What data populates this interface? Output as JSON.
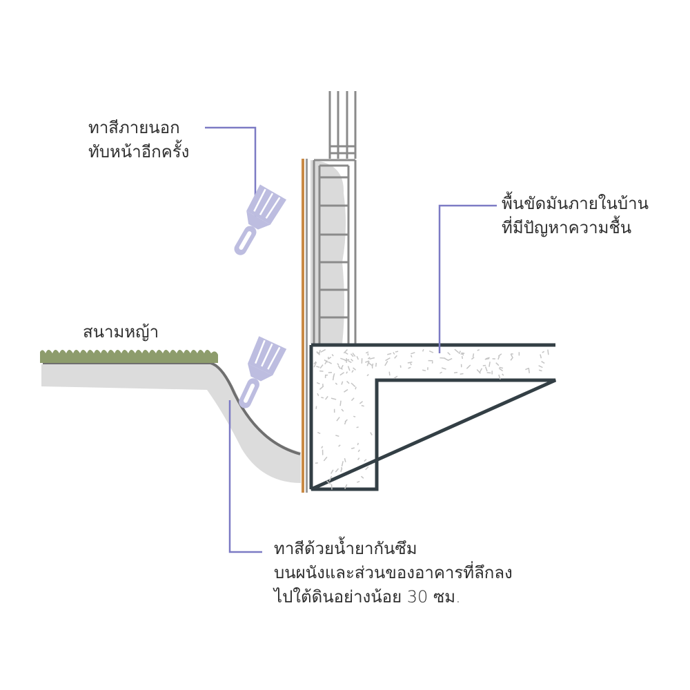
{
  "labels": {
    "exterior_paint": [
      "ทาสีภายนอก",
      "ทับหน้าอีกครั้ง"
    ],
    "interior_floor": [
      "พื้นขัดมันภายในบ้าน",
      "ที่มีปัญหาความชื้น"
    ],
    "lawn": "สนามหญ้า",
    "waterproof": [
      "ทาสีด้วยน้ำยากันซึม",
      "บนผนังและส่วนของอาคารที่ลึกลง",
      "ไปใต้ดินอย่างน้อย 30 ซม."
    ]
  },
  "colors": {
    "leader": "#7c7ac4",
    "brush": "#bdbde0",
    "coating": "#c98a45",
    "slab_outline": "#333f45",
    "grass": "#8d9c6c",
    "soil": "#dcdcdc",
    "block_fill": "#d8d8d8"
  },
  "icons": [
    "paint-brush-icon",
    "paint-brush-icon"
  ]
}
